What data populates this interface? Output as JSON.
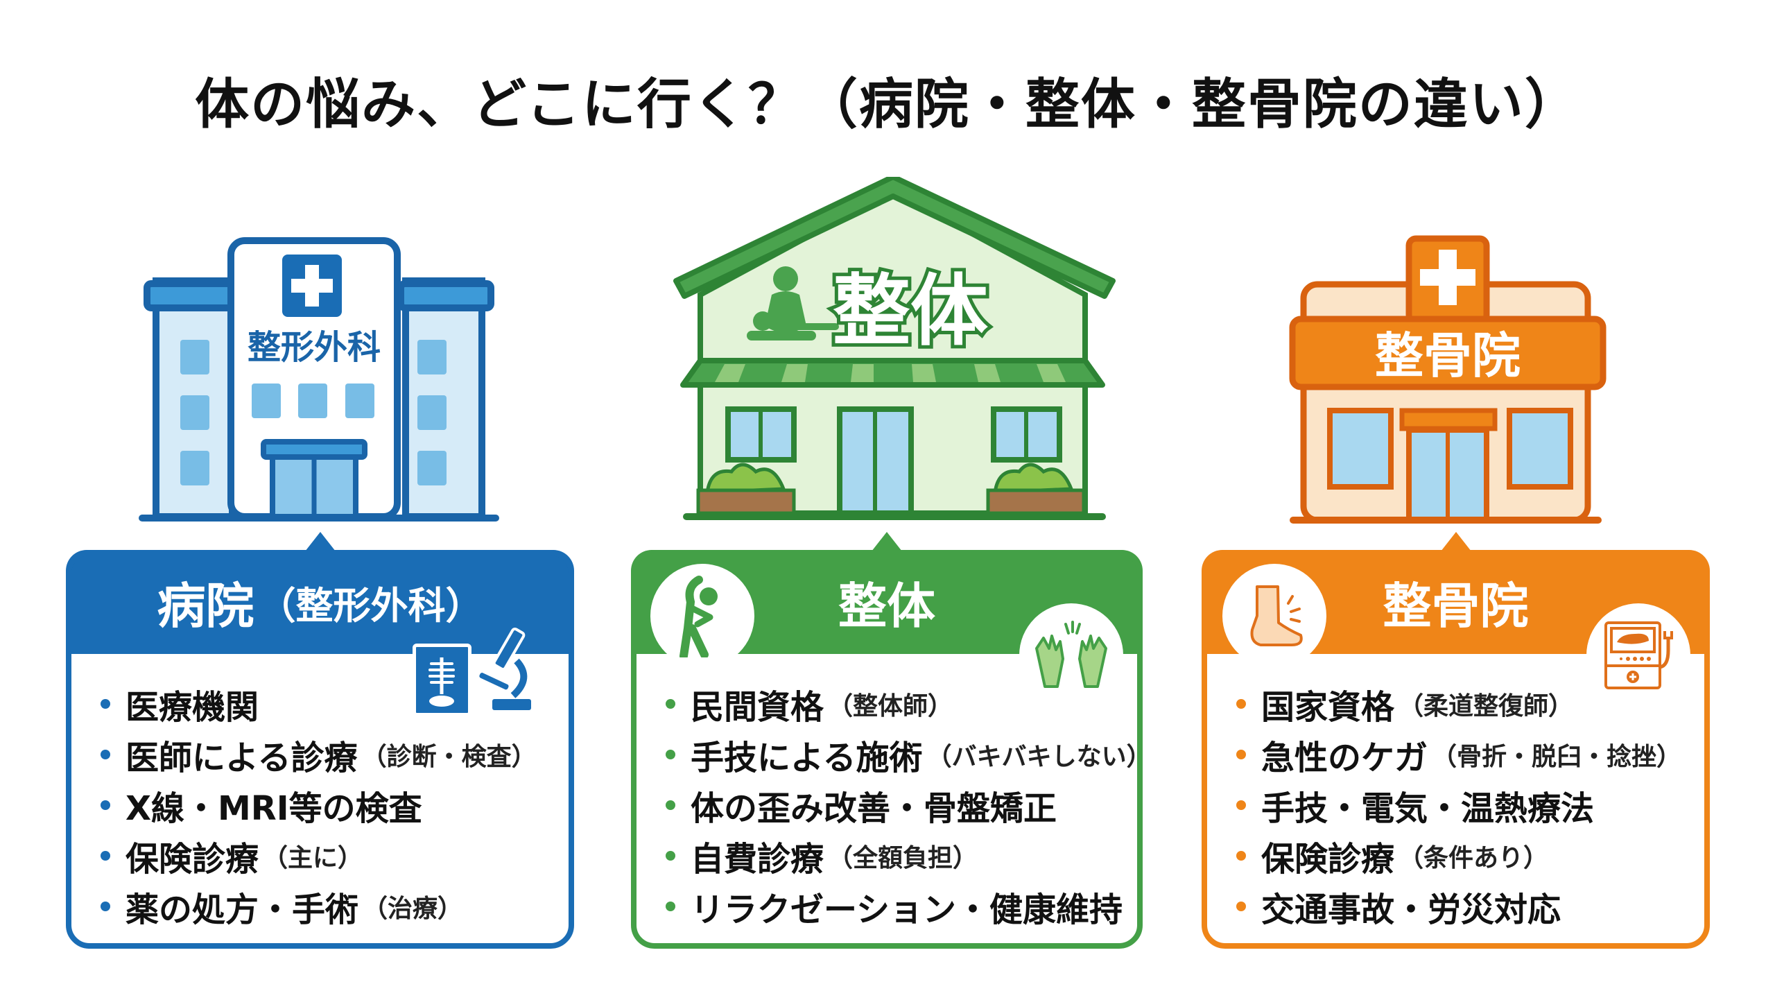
{
  "title": "体の悩み、どこに行く？（病院・整体・整骨院の違い）",
  "colors": {
    "hospital": "#1a6db5",
    "seitai": "#44a047",
    "seikotsu": "#ef8518",
    "text": "#111111"
  },
  "illustrations": {
    "hospital": {
      "sign": "整形外科",
      "icon": "hospital-building-icon"
    },
    "seitai": {
      "sign": "整体",
      "icon": "seitai-house-icon"
    },
    "seikotsu": {
      "sign": "整骨院",
      "icon": "seikotsu-clinic-icon"
    }
  },
  "cards": [
    {
      "id": "hospital",
      "title": "病院",
      "title_sub": "（整形外科）",
      "icons": [
        "xray-icon",
        "microscope-icon"
      ],
      "items": [
        {
          "main": "医療機関",
          "paren": ""
        },
        {
          "main": "医師による診療",
          "paren": "（診断・検査）"
        },
        {
          "main": "X線・MRI等の検査",
          "paren": ""
        },
        {
          "main": "保険診療",
          "paren": "（主に）"
        },
        {
          "main": "薬の処方・手術",
          "paren": "（治療）"
        }
      ]
    },
    {
      "id": "seitai",
      "title": "整体",
      "title_sub": "",
      "icons": [
        "stretching-person-icon",
        "hands-icon"
      ],
      "items": [
        {
          "main": "民間資格",
          "paren": "（整体師）"
        },
        {
          "main": "手技による施術",
          "paren": "（バキバキしない）"
        },
        {
          "main": "体の歪み改善・骨盤矯正",
          "paren": ""
        },
        {
          "main": "自費診療",
          "paren": "（全額負担）"
        },
        {
          "main": "リラクゼーション・健康維持",
          "paren": ""
        }
      ]
    },
    {
      "id": "seikotsu",
      "title": "整骨院",
      "title_sub": "",
      "icons": [
        "injured-foot-icon",
        "electro-therapy-device-icon"
      ],
      "items": [
        {
          "main": "国家資格",
          "paren": "（柔道整復師）"
        },
        {
          "main": "急性のケガ",
          "paren": "（骨折・脱臼・捻挫）"
        },
        {
          "main": "手技・電気・温熱療法",
          "paren": ""
        },
        {
          "main": "保険診療",
          "paren": "（条件あり）"
        },
        {
          "main": "交通事故・労災対応",
          "paren": ""
        }
      ]
    }
  ]
}
